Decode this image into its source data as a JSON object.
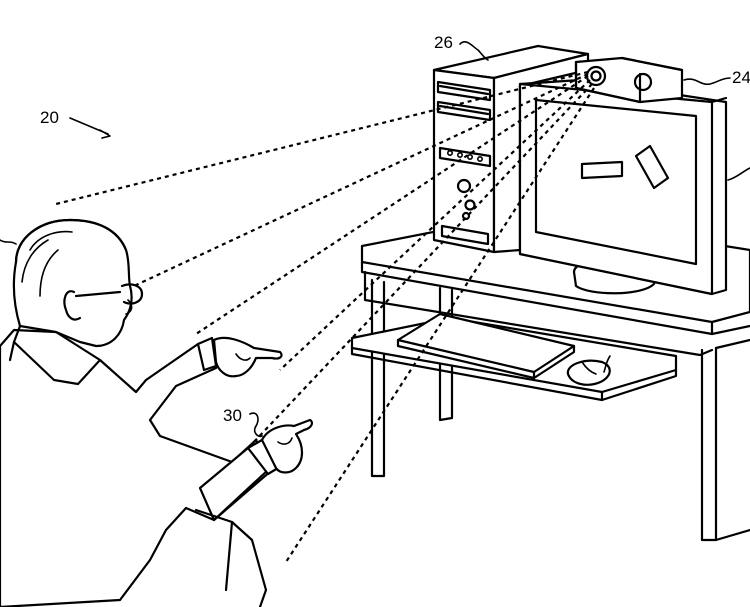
{
  "figure": {
    "labels": {
      "system": "20",
      "sensor": "24",
      "computer": "26",
      "hand": "30"
    }
  }
}
